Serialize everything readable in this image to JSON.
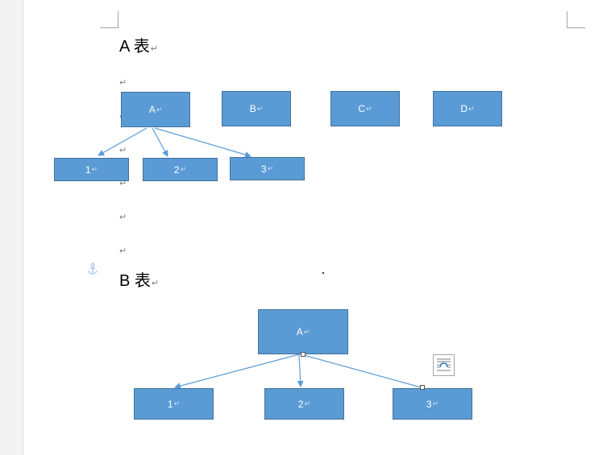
{
  "paragraph_mark": "↵",
  "section_a": {
    "title": "A 表",
    "top_row": [
      "A",
      "B",
      "C",
      "D"
    ],
    "children": [
      "1",
      "2",
      "3"
    ]
  },
  "section_b": {
    "title": "B 表",
    "root": "A",
    "children": [
      "1",
      "2",
      "3"
    ]
  },
  "icons": {
    "anchor": "anchor-icon",
    "layout_options": "layout-options-icon"
  },
  "colors": {
    "shape_fill": "#5b9bd5",
    "shape_border": "#41719c",
    "connector": "#5b9bd5",
    "paragraph_mark": "#7f7f7f"
  }
}
